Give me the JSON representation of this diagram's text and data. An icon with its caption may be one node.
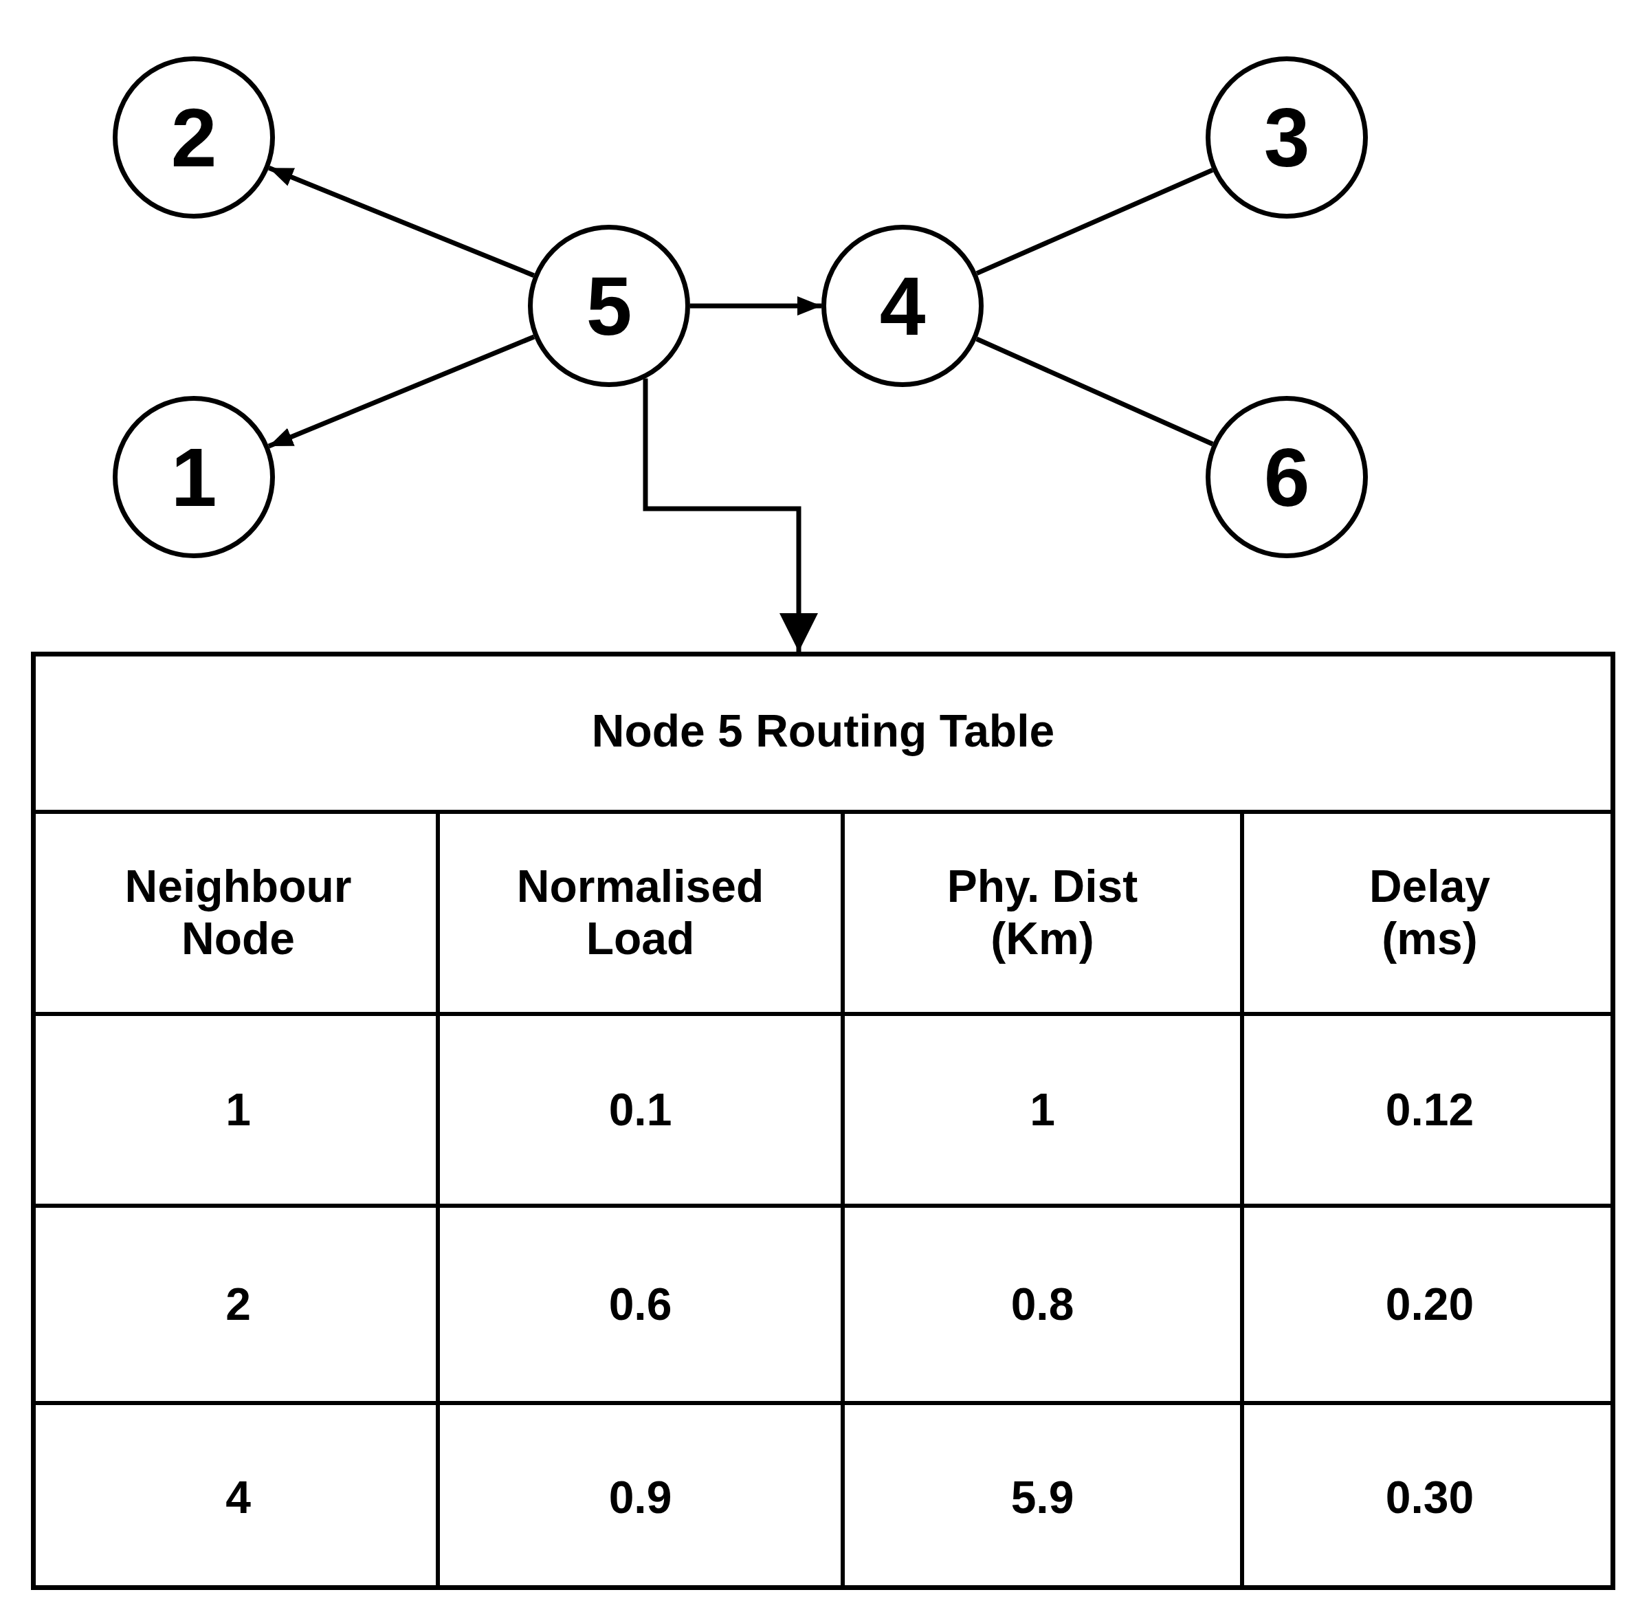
{
  "diagram": {
    "nodes": [
      {
        "text": [
          "2"
        ]
      },
      {
        "text": [
          "3"
        ]
      },
      {
        "text": [
          "5"
        ]
      },
      {
        "text": [
          "4"
        ]
      },
      {
        "text": [
          "1"
        ]
      },
      {
        "text": [
          "6"
        ]
      },
      {
        "text": [
          "Node 5 Routing Table"
        ]
      }
    ],
    "edges": [
      {
        "from": 2,
        "to": 0,
        "arrow": "to"
      },
      {
        "from": 2,
        "to": 4,
        "arrow": "to"
      },
      {
        "from": 2,
        "to": 3,
        "arrow": "to"
      },
      {
        "from": 3,
        "to": 1,
        "arrow": "none"
      },
      {
        "from": 3,
        "to": 5,
        "arrow": "none"
      },
      {
        "from": 2,
        "to": 6,
        "arrow": "to"
      }
    ],
    "labels": [
      "Neighbour Node",
      "Normalised Load",
      "Phy. Dist (Km)",
      "Delay (ms)",
      "1",
      "0.1",
      "1",
      "0.12",
      "2",
      "0.6",
      "0.8",
      "0.20",
      "4",
      "0.9",
      "5.9",
      "0.30"
    ]
  }
}
